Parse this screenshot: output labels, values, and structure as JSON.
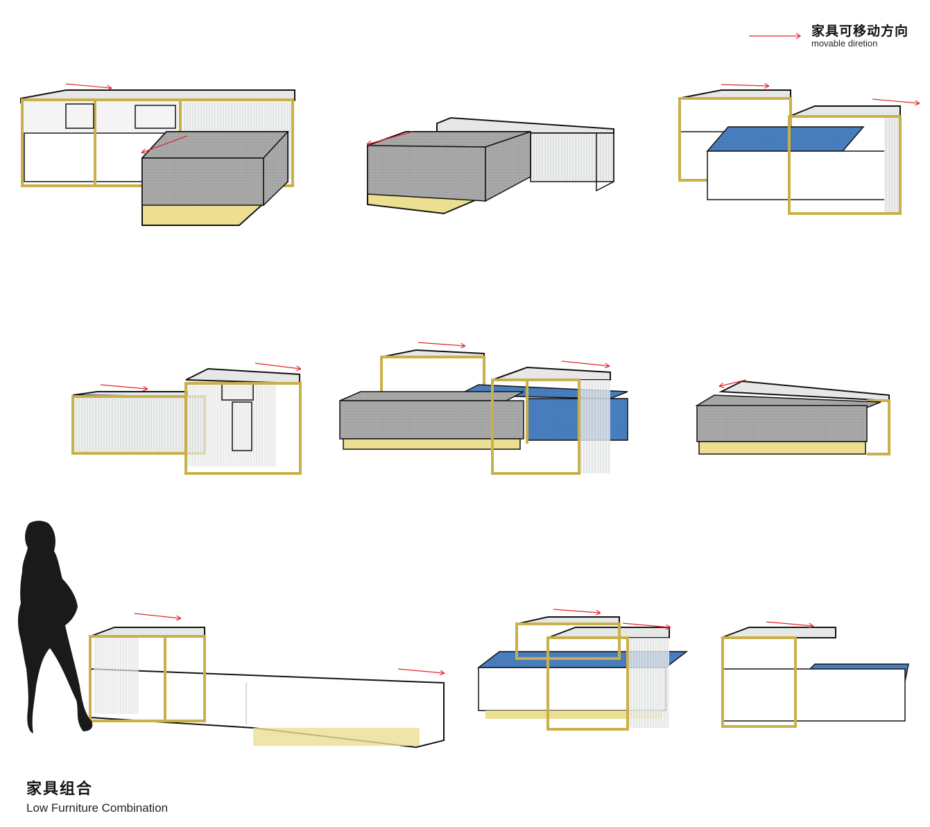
{
  "legend": {
    "title_cn": "家具可移动方向",
    "title_en": "movable diretion",
    "arrow_color": "#e0242a"
  },
  "caption": {
    "title_cn": "家具组合",
    "title_en": "Low Furniture Combination"
  },
  "colors": {
    "frame_gold": "#c9b04a",
    "base_gold": "#ecdf92",
    "fabric_gray": "#a9a9a9",
    "fabric_blue": "#4a7fbf",
    "glass": "#e6e8e7",
    "panel_white": "#ffffff",
    "outline": "#111111",
    "silhouette": "#1a1a1a"
  },
  "illustrations": [
    {
      "id": "combo-1"
    },
    {
      "id": "combo-2"
    },
    {
      "id": "combo-3"
    },
    {
      "id": "combo-4"
    },
    {
      "id": "combo-5"
    },
    {
      "id": "combo-6"
    },
    {
      "id": "combo-7"
    },
    {
      "id": "combo-8"
    },
    {
      "id": "combo-9"
    }
  ]
}
